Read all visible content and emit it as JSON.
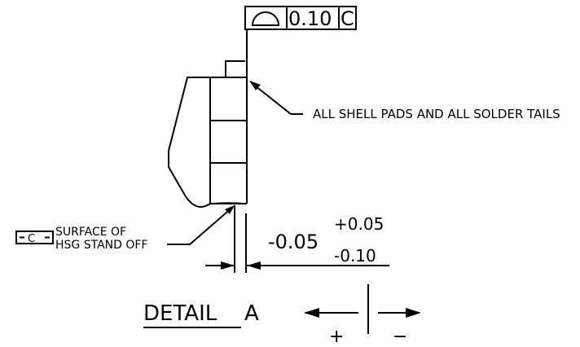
{
  "fcf": {
    "symbol": "profile-of-a-surface-icon",
    "tolerance": "0.10",
    "datum": "C"
  },
  "callout_right": "ALL SHELL PADS AND ALL SOLDER TAILS",
  "datum_feature": {
    "label": "C",
    "line1": "SURFACE OF",
    "line2": "HSG STAND OFF"
  },
  "dimension": {
    "nominal": "-0.05",
    "upper": "+0.05",
    "lower": "-0.10"
  },
  "detail_title": {
    "word": "DETAIL",
    "letter": "A"
  },
  "direction": {
    "plus": "+",
    "minus": "−"
  }
}
